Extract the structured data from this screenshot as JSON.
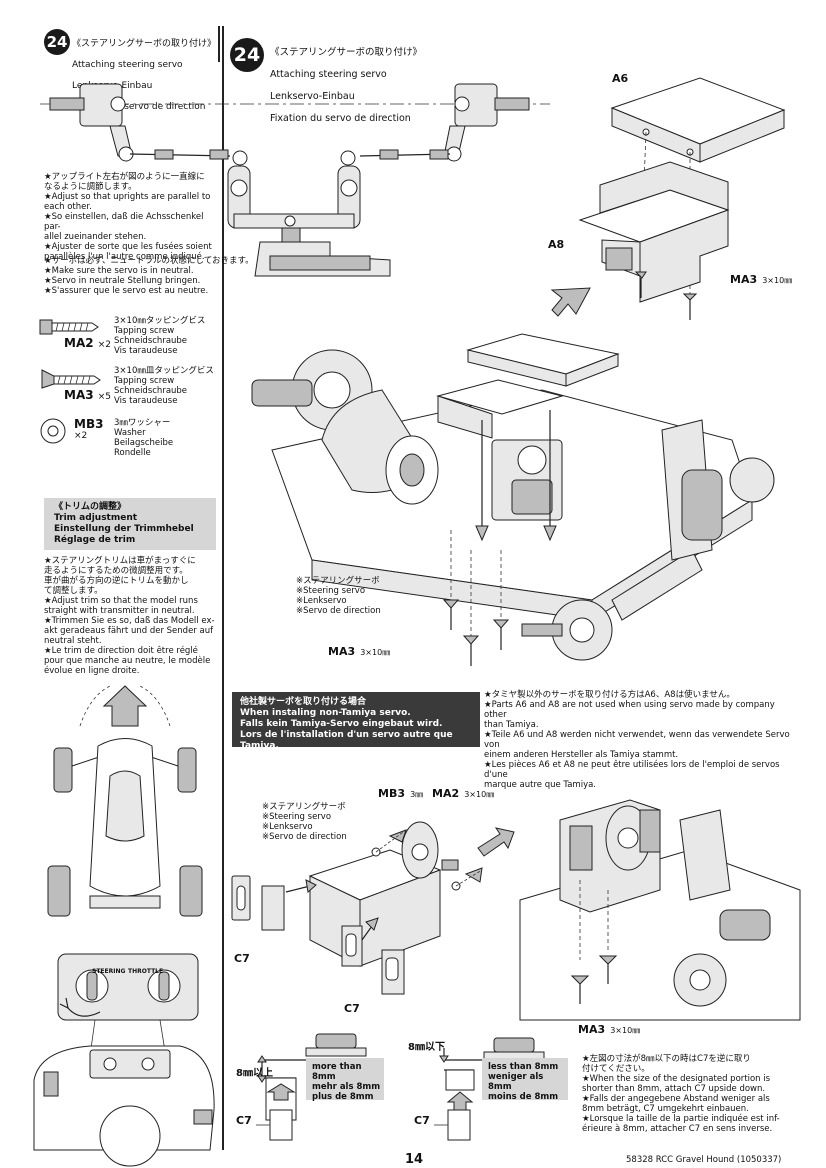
{
  "step_left": {
    "number": "24",
    "title_jp": "《ステアリングサーボの取り付け》",
    "title_en": "Attaching steering servo",
    "title_de": "Lenkservo-Einbau",
    "title_fr": "Fixation du servo de direction"
  },
  "step_right": {
    "number": "24",
    "title_jp": "《ステアリングサーボの取り付け》",
    "title_en": "Attaching steering servo",
    "title_de": "Lenkservo-Einbau",
    "title_fr": "Fixation du servo de direction"
  },
  "note_parallel": "★アップライト左右が図のように一直線に\nなるように調節します。\n★Adjust so that uprights are parallel to\neach other.\n★So einstellen, daß die Achsschenkel par-\nallel zueinander stehen.\n★Ajuster de sorte que les fusées soient\nparallèles l'un l'autre comme indiqué.",
  "note_neutral": "★サーボは必ず、ニュートラルの状態にしておきます。\n★Make sure the servo is in neutral.\n★Servo in neutrale Stellung bringen.\n★S'assurer que le servo est au neutre.",
  "parts": [
    {
      "code": "MA2",
      "qty": "×2",
      "desc": "3×10㎜タッピングビス\nTapping screw\nSchneidschraube\nVis taraudeuse"
    },
    {
      "code": "MA3",
      "qty": "×5",
      "desc": "3×10㎜皿タッピングビス\nTapping screw\nSchneidschraube\nVis taraudeuse"
    },
    {
      "code": "MB3",
      "qty": "×2",
      "desc": "3㎜ワッシャー\nWasher\nBeilagscheibe\nRondelle"
    }
  ],
  "trim": {
    "header": "《トリムの調整》\nTrim adjustment\nEinstellung der Trimmhebel\nRéglage de trim",
    "body": "★ステアリングトリムは車がまっすぐに\n走るようにするための微調整用です。\n車が曲がる方向の逆にトリムを動かし\nて調整します。\n★Adjust trim so that the model runs\nstraight with transmitter in neutral.\n★Trimmen Sie es so, daß das Modell ex-\nakt geradeaus fährt und der Sender auf\nneutral steht.\n★Le trim de direction doit être réglé\npour que manche au neutre, le modèle\névolue en ligne droite."
  },
  "labels": {
    "a6": "A6",
    "a8": "A8",
    "ma3_top": "MA3",
    "ma3_top_size": "3×10㎜",
    "ma3_mid": "MA3",
    "ma3_mid_size": "3×10㎜",
    "servo_callout": "※ステアリングサーボ\n※Steering servo\n※Lenkservo\n※Servo de direction",
    "servo_callout2": "※ステアリングサーボ\n※Steering servo\n※Lenkservo\n※Servo de direction",
    "mb3": "MB3",
    "mb3_size": "3㎜",
    "ma2": "MA2",
    "ma2_size": "3×10㎜",
    "c7_a": "C7",
    "c7_b": "C7",
    "ma3_bot": "MA3",
    "ma3_bot_size": "3×10㎜",
    "tx_steer": "STEERING",
    "tx_throttle": "THROTTLE"
  },
  "non_tamiya": {
    "heading": "他社製サーボを取り付ける場合\nWhen instaling non-Tamiya servo.\nFalls kein Tamiya-Servo eingebaut wird.\nLors de l'installation d'un servo autre que Tamiya.",
    "note": "★タミヤ製以外のサーボを取り付ける方はA6、A8は使いません。\n★Parts A6 and A8 are not used when using servo made by company other\nthan Tamiya.\n★Teile A6 und A8 werden nicht verwendet, wenn das verwendete Servo von\neinem anderen Hersteller als Tamiya stammt.\n★Les pièces A6 et A8 ne peut être utilisées lors de l'emploi de servos d'une\nmarque autre que Tamiya."
  },
  "measure": {
    "above_label": "8㎜以上",
    "above_text": "more than 8mm\nmehr als 8mm\nplus de 8mm",
    "below_label": "8㎜以下",
    "below_text": "less than 8mm\nweniger als 8mm\nmoins de 8mm",
    "c7_left": "C7",
    "c7_right": "C7",
    "note": "★左図の寸法が8㎜以下の時はC7を逆に取り\n付けてください。\n★When the size of the designated portion is\nshorter than 8mm, attach C7 upside down.\n★Falls der angegebene Abstand weniger als\n8mm beträgt, C7 umgekehrt einbauen.\n★Lorsque la taille de la partie indiquée est inf-\nérieure à 8mm, attacher C7 en sens inverse."
  },
  "footer": {
    "page": "14",
    "code": "58328 RCC Gravel Hound (1050337)"
  }
}
